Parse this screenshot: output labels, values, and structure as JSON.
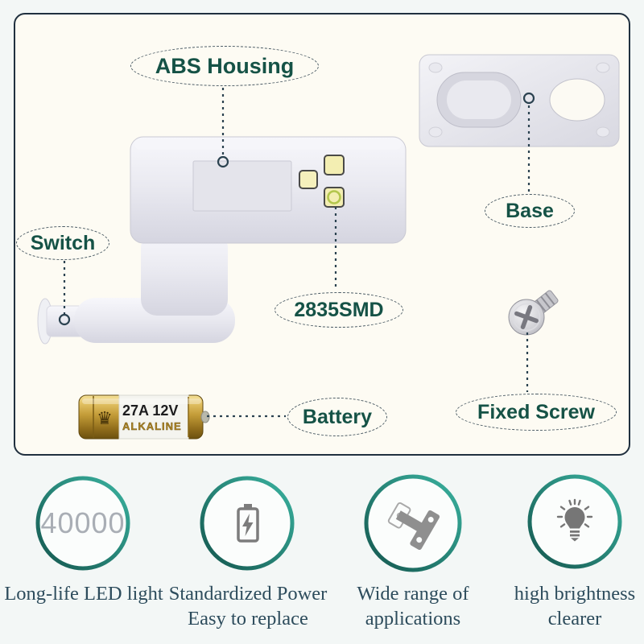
{
  "annotations": {
    "abs_housing": "ABS Housing",
    "switch": "Switch",
    "smd": "2835SMD",
    "battery": "Battery",
    "base": "Base",
    "fixed_screw": "Fixed Screw"
  },
  "battery_label": {
    "model": "27A 12V",
    "type": "ALKALINE"
  },
  "features": [
    {
      "icon": "led-lifespan-count",
      "value": "40000",
      "lines": [
        "Long-life LED light"
      ]
    },
    {
      "icon": "battery-icon",
      "lines": [
        "Standardized Power",
        "Easy to replace"
      ]
    },
    {
      "icon": "hinge-icon",
      "lines": [
        "Wide range of",
        "applications"
      ]
    },
    {
      "icon": "bulb-icon",
      "lines": [
        "high brightness",
        "clearer"
      ]
    }
  ],
  "colors": {
    "frame_border": "#20303f",
    "callout_text": "#155246",
    "connector_line": "#2b4250",
    "ring_teal_dark": "#14564e",
    "ring_teal_light": "#3ab3a0",
    "icon_gray": "#7c7c7c",
    "feature_text": "#2d4c5c",
    "battery_gold": "#c39c38",
    "led_yellow": "#f3eeb2"
  }
}
